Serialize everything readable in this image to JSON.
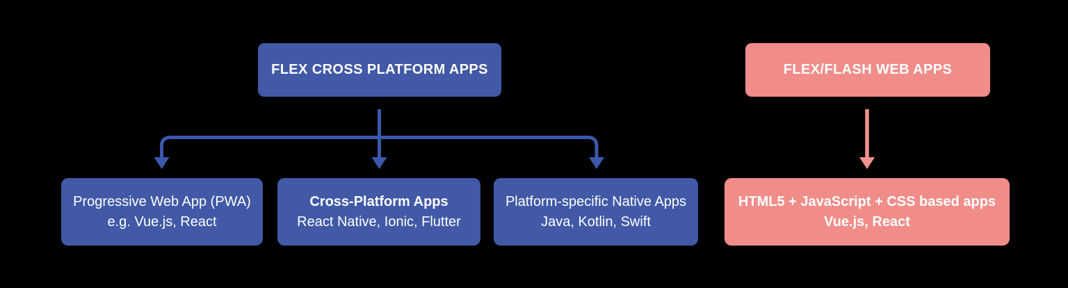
{
  "canvas": {
    "background": "#000000"
  },
  "colors": {
    "blue": "#4159A6",
    "blue_arrow": "#3C58AB",
    "pink": "#F08D89",
    "pink_arrow": "#F2938F",
    "text": "#FFFFFF"
  },
  "left_tree": {
    "root": {
      "label": "FLEX CROSS PLATFORM APPS"
    },
    "children": [
      {
        "line1": "Progressive Web App (PWA)",
        "line2": "e.g. Vue.js, React"
      },
      {
        "line1": "Cross-Platform Apps",
        "line2": "React Native, Ionic, Flutter"
      },
      {
        "line1": "Platform-specific Native Apps",
        "line2": "Java, Kotlin, Swift"
      }
    ]
  },
  "right_tree": {
    "root": {
      "label": "FLEX/FLASH WEB APPS"
    },
    "child": {
      "line1": "HTML5 + JavaScript + CSS based apps",
      "line2": "Vue.js, React"
    }
  }
}
